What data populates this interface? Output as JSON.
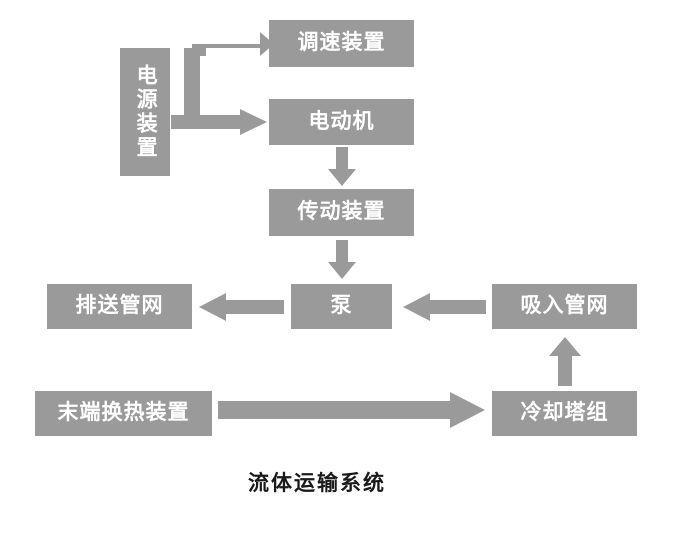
{
  "diagram": {
    "caption": "流体运输系统",
    "node_color": "#9a9a9a",
    "arrow_color": "#9a9a9a",
    "text_color": "#ffffff",
    "nodes": [
      {
        "id": "power",
        "label": "电源装置",
        "orientation": "vertical"
      },
      {
        "id": "speed",
        "label": "调速装置",
        "orientation": "horizontal"
      },
      {
        "id": "motor",
        "label": "电动机",
        "orientation": "horizontal"
      },
      {
        "id": "transmission",
        "label": "传动装置",
        "orientation": "horizontal"
      },
      {
        "id": "pump",
        "label": "泵",
        "orientation": "horizontal"
      },
      {
        "id": "discharge",
        "label": "排送管网",
        "orientation": "horizontal"
      },
      {
        "id": "suction",
        "label": "吸入管网",
        "orientation": "horizontal"
      },
      {
        "id": "terminal",
        "label": "末端换热装置",
        "orientation": "horizontal"
      },
      {
        "id": "cooling",
        "label": "冷却塔组",
        "orientation": "horizontal"
      }
    ],
    "arrows": [
      {
        "id": "power-to-speed",
        "from": "power",
        "to": "speed"
      },
      {
        "id": "power-to-motor",
        "from": "power",
        "to": "motor"
      },
      {
        "id": "motor-to-transmission",
        "from": "motor",
        "to": "transmission"
      },
      {
        "id": "transmission-to-pump",
        "from": "transmission",
        "to": "pump"
      },
      {
        "id": "pump-to-discharge",
        "from": "pump",
        "to": "discharge"
      },
      {
        "id": "suction-to-pump",
        "from": "suction",
        "to": "pump"
      },
      {
        "id": "cooling-to-suction",
        "from": "cooling",
        "to": "suction"
      },
      {
        "id": "terminal-to-cooling",
        "from": "terminal",
        "to": "cooling"
      }
    ]
  }
}
